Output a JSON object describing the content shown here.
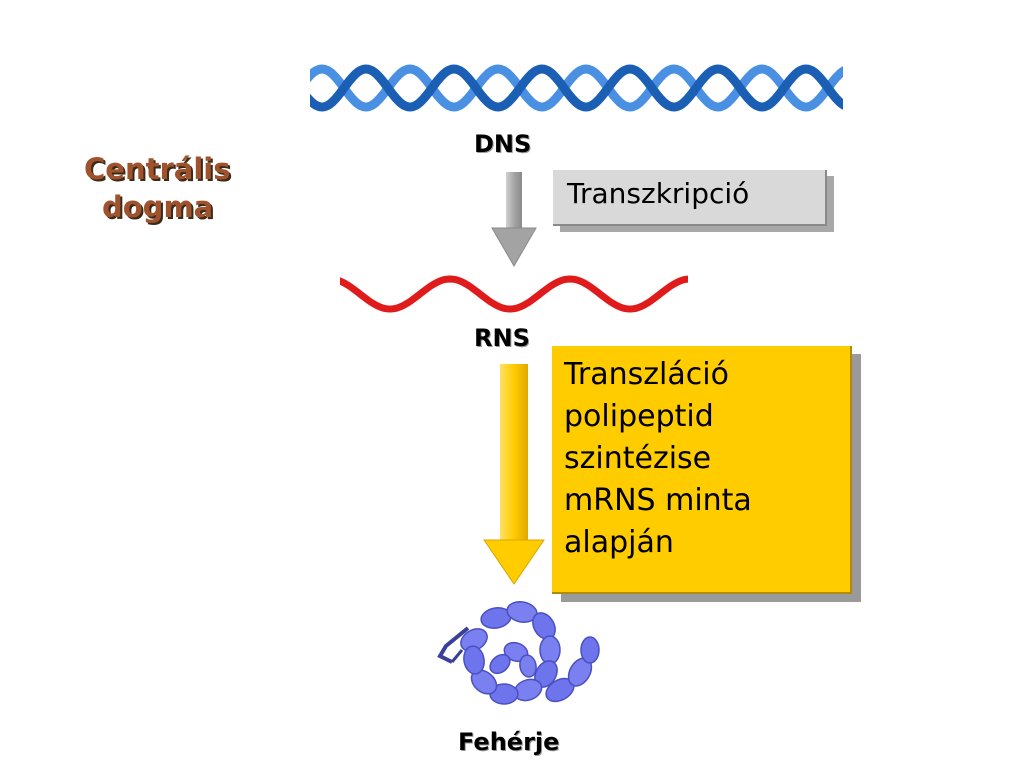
{
  "title": {
    "line1": "Centrális",
    "line2": "dogma"
  },
  "molecules": {
    "dna": "DNS",
    "rna": "RNS",
    "protein": "Fehérje"
  },
  "transcription": {
    "label": "Transzkripció"
  },
  "translation": {
    "lines": [
      "Transzláció",
      "polipeptid",
      "szintézise",
      "mRNS minta",
      "alapján"
    ]
  },
  "colors": {
    "title": "#a0522d",
    "dna_strand_dark": "#1a5fb4",
    "dna_strand_light": "#4a90e2",
    "rna_strand": "#e01b1b",
    "protein": "#7077ee",
    "transcription_box": "#d9d9d9",
    "translation_box": "#ffcc00",
    "gray_arrow": "#a0a0a0",
    "yellow_arrow": "#ffcc00"
  }
}
